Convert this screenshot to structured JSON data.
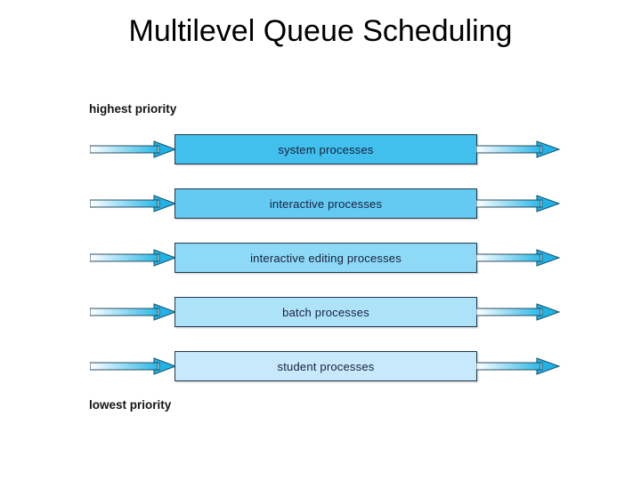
{
  "slide": {
    "title": "Multilevel Queue Scheduling",
    "background_color": "#ffffff"
  },
  "diagram": {
    "type": "multilevel-queue",
    "top_label": "highest priority",
    "bottom_label": "lowest priority",
    "label_color": "#141414",
    "box_border_color": "#1d3a4d",
    "box_text_color": "#16203a",
    "arrow_color": "#1bb4e8",
    "arrow_gradient_from": "#ffffff",
    "arrow_gradient_to": "#2bb8e8",
    "queues": [
      {
        "label": "system processes",
        "fill": "#41bfed",
        "priority_rank": 1,
        "has_input_arrow": true,
        "has_output_arrow": true
      },
      {
        "label": "interactive processes",
        "fill": "#64caf2",
        "priority_rank": 2,
        "has_input_arrow": true,
        "has_output_arrow": true
      },
      {
        "label": "interactive editing processes",
        "fill": "#8ed9f6",
        "priority_rank": 3,
        "has_input_arrow": true,
        "has_output_arrow": true
      },
      {
        "label": "batch processes",
        "fill": "#aee2f9",
        "priority_rank": 4,
        "has_input_arrow": true,
        "has_output_arrow": true
      },
      {
        "label": "student processes",
        "fill": "#c8e9fb",
        "priority_rank": 5,
        "has_input_arrow": true,
        "has_output_arrow": true
      }
    ]
  }
}
